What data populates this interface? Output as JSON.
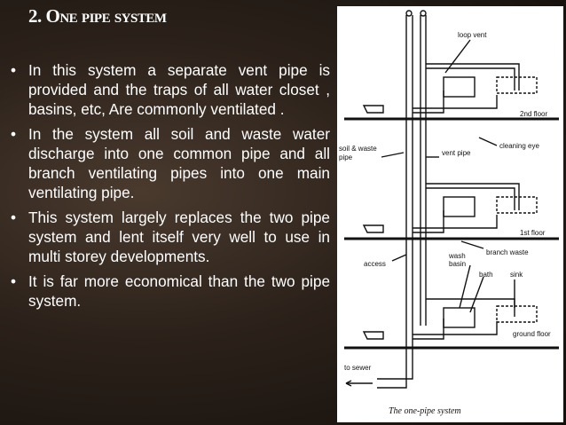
{
  "slide": {
    "title": "2. One pipe system",
    "bullets": [
      "In this system a separate vent pipe is provided and the traps of all water closet , basins, etc, Are commonly ventilated .",
      "In the system all soil and waste water discharge into one common pipe and all branch ventilating pipes into one main ventilating pipe.",
      "This system largely replaces the two pipe system and lent itself very well to use in multi storey developments.",
      "It is far more economical than the two pipe system."
    ]
  },
  "diagram": {
    "labels": {
      "loop_vent": "loop vent",
      "floor2": "2nd floor",
      "soil_waste": "soil & waste",
      "pipe": "pipe",
      "vent_pipe": "vent pipe",
      "cleaning_eye": "cleaning eye",
      "floor1": "1st floor",
      "access": "access",
      "wash": "wash",
      "basin": "basin",
      "branch_waste": "branch waste",
      "bath": "bath",
      "sink": "sink",
      "ground_floor": "ground floor",
      "to_sewer": "to sewer"
    },
    "caption": "The one-pipe system"
  }
}
